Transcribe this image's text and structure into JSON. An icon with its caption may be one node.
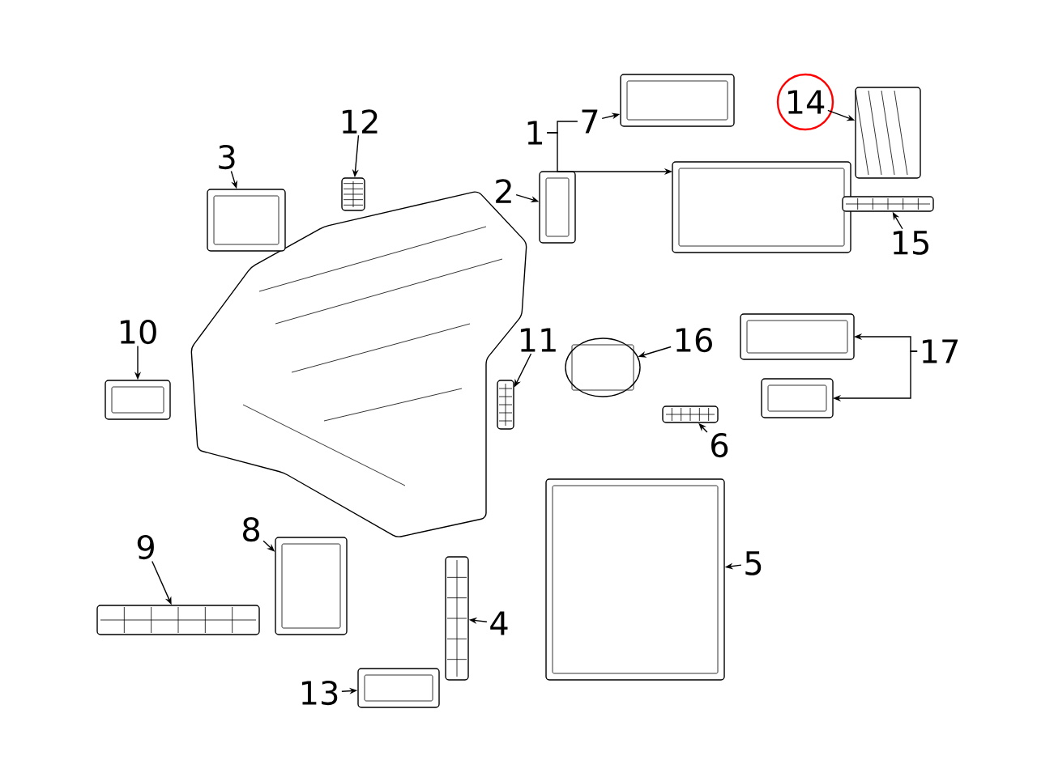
{
  "diagram": {
    "nodes": [
      {
        "text": [
          "1"
        ]
      },
      {
        "text": [
          "7"
        ]
      },
      {
        "text": [
          "14"
        ]
      },
      {
        "text": [
          "12"
        ]
      },
      {
        "text": [
          "3"
        ]
      },
      {
        "text": [
          "2"
        ]
      },
      {
        "text": [
          "15"
        ]
      },
      {
        "text": [
          "10"
        ]
      },
      {
        "text": [
          "11"
        ]
      },
      {
        "text": [
          "16"
        ]
      },
      {
        "text": [
          "17"
        ]
      },
      {
        "text": [
          "6"
        ]
      },
      {
        "text": [
          "9"
        ]
      },
      {
        "text": [
          "8"
        ]
      },
      {
        "text": [
          "5"
        ]
      },
      {
        "text": [
          "4"
        ]
      },
      {
        "text": [
          "13"
        ]
      },
      {
        "text": [],
        "shape": "picture"
      },
      {
        "text": [],
        "shape": "picture"
      },
      {
        "text": [],
        "shape": "picture"
      },
      {
        "text": [],
        "shape": "picture"
      },
      {
        "text": [],
        "shape": "picture"
      },
      {
        "text": [],
        "shape": "picture"
      },
      {
        "text": [],
        "shape": "picture"
      },
      {
        "text": [],
        "shape": "picture"
      },
      {
        "text": [],
        "shape": "picture"
      },
      {
        "text": [],
        "shape": "picture"
      },
      {
        "text": [],
        "shape": "picture"
      },
      {
        "text": [],
        "shape": "picture"
      },
      {
        "text": [],
        "shape": "picture"
      },
      {
        "text": [],
        "shape": "picture"
      },
      {
        "text": [],
        "shape": "picture"
      },
      {
        "text": [],
        "shape": "picture"
      },
      {
        "text": [],
        "shape": "picture"
      },
      {
        "text": [],
        "shape": "picture"
      }
    ],
    "edges": [
      {
        "from": 0,
        "to": 17,
        "arrow": "to"
      },
      {
        "from": 0,
        "to": 1,
        "arrow": "none"
      },
      {
        "from": 1,
        "to": 18,
        "arrow": "to"
      },
      {
        "from": 2,
        "to": 19,
        "arrow": "to"
      },
      {
        "from": 3,
        "to": 23,
        "arrow": "to"
      },
      {
        "from": 4,
        "to": 22,
        "arrow": "to"
      },
      {
        "from": 5,
        "to": 21,
        "arrow": "to"
      },
      {
        "from": 6,
        "to": 20,
        "arrow": "to"
      },
      {
        "from": 7,
        "to": 24,
        "arrow": "to"
      },
      {
        "from": 8,
        "to": 25,
        "arrow": "to"
      },
      {
        "from": 9,
        "to": 26,
        "arrow": "to"
      },
      {
        "from": 10,
        "to": 28,
        "arrow": "to"
      },
      {
        "from": 10,
        "to": 29,
        "arrow": "to"
      },
      {
        "from": 11,
        "to": 27,
        "arrow": "to"
      },
      {
        "from": 12,
        "to": 32,
        "arrow": "to"
      },
      {
        "from": 13,
        "to": 31,
        "arrow": "to"
      },
      {
        "from": 14,
        "to": 30,
        "arrow": "to"
      },
      {
        "from": 15,
        "to": 33,
        "arrow": "to"
      },
      {
        "from": 16,
        "to": 34,
        "arrow": "to"
      }
    ]
  }
}
